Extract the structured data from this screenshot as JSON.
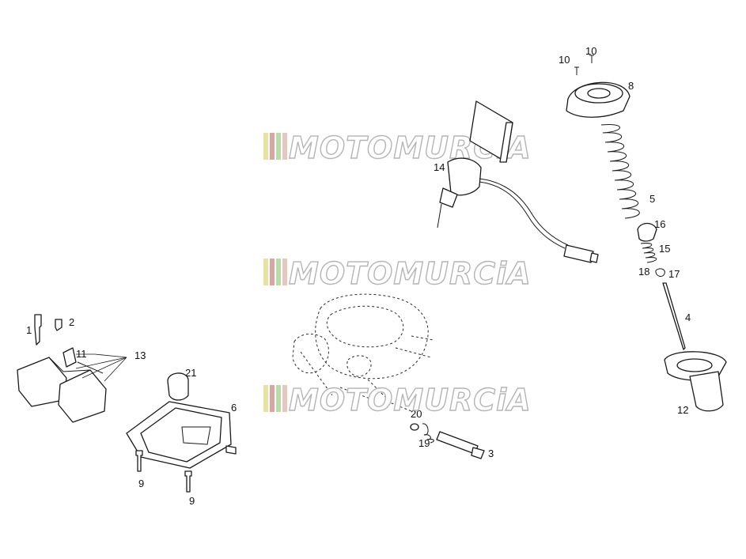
{
  "watermark": {
    "text": "MOTOMURCiA",
    "stripe_colors": [
      "#e8e2a0",
      "#d8a6a0",
      "#b9dca6",
      "#e4c7c0"
    ]
  },
  "labels": {
    "p1": "1",
    "p2": "2",
    "p3": "3",
    "p4": "4",
    "p5": "5",
    "p6": "6",
    "p8": "8",
    "p9a": "9",
    "p9b": "9",
    "p10a": "10",
    "p10b": "10",
    "p11": "11",
    "p12": "12",
    "p13": "13",
    "p14": "14",
    "p15": "15",
    "p16": "16",
    "p17": "17",
    "p18": "18",
    "p19": "19",
    "p20": "20",
    "p21": "21"
  }
}
